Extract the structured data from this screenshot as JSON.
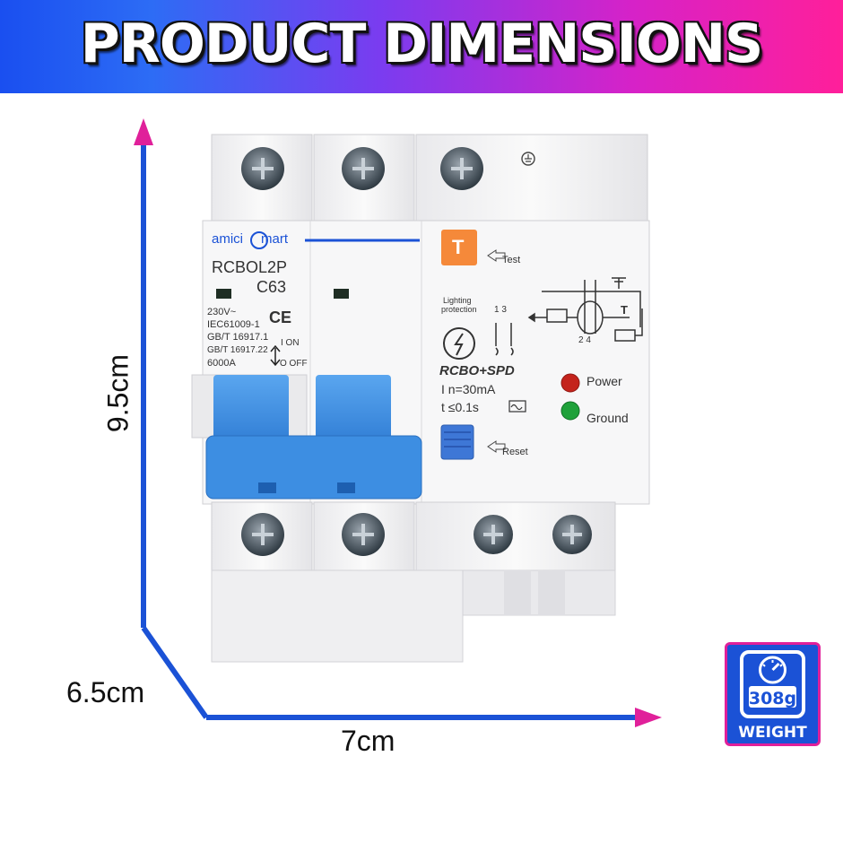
{
  "banner": {
    "title": "PRODUCT DIMENSIONS"
  },
  "dimensions": {
    "height": "9.5cm",
    "depth": "6.5cm",
    "width": "7cm"
  },
  "weight": {
    "value": "308g",
    "caption": "WEIGHT",
    "icon": "scale-icon"
  },
  "device": {
    "brand_left": "amici",
    "brand_right": "mart",
    "model": "RCBOL2P",
    "rating": "C63",
    "spec_lines": [
      "230V~",
      "IEC61009-1",
      "GB/T 16917.1",
      "GB/T 16917.22",
      "6000A"
    ],
    "ce_mark": "CE",
    "on_label": "I ON",
    "off_label": "O OFF",
    "test_label": "Test",
    "test_button_letter": "T",
    "lighting_label_1": "Lighting",
    "lighting_label_2": "protection",
    "rcbo_spd": "RCBO+SPD",
    "in_rating": "I  n=30mA",
    "t_rating": "t  ≤0.1s",
    "power_label": "Power",
    "ground_label": "Ground",
    "reset_label": "Reset",
    "schematic_numbers_top": "1  3",
    "schematic_numbers_bottom": "2 4",
    "schematic_t": "T"
  },
  "colors": {
    "accent_pink": "#e0209a",
    "accent_blue": "#1b52d6",
    "switch_blue": "#3e8fe0",
    "test_orange": "#f5893a"
  }
}
